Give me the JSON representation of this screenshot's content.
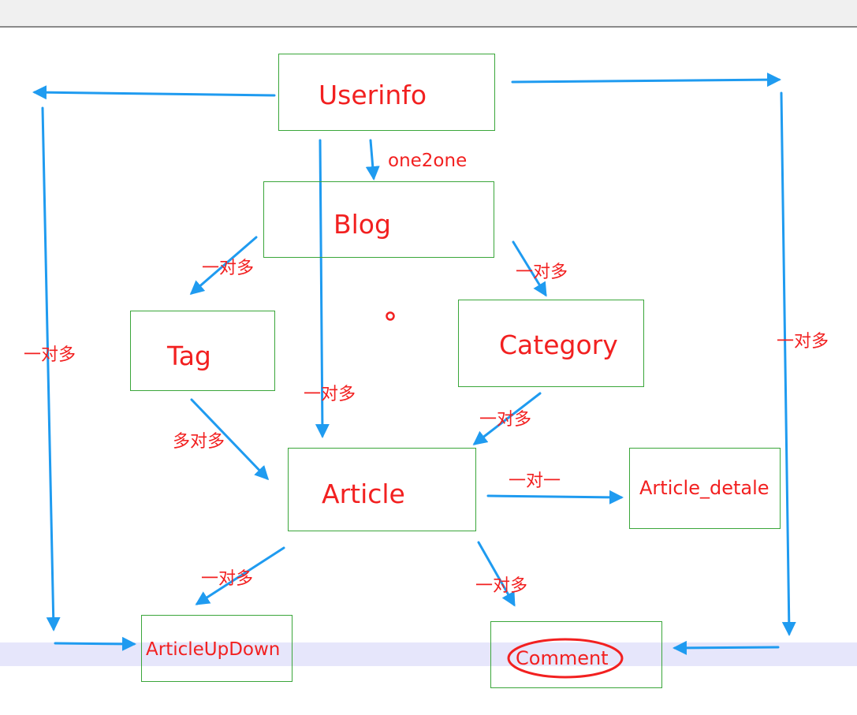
{
  "nodes": {
    "userinfo": "Userinfo",
    "blog": "Blog",
    "tag": "Tag",
    "category": "Category",
    "article": "Article",
    "article_detale": "Article_detale",
    "article_up_down": "ArticleUpDown",
    "comment": "Comment"
  },
  "edge_labels": {
    "userinfo_blog": "one2one",
    "blog_tag": "一对多",
    "blog_category": "一对多",
    "userinfo_articleupdown": "一对多",
    "userinfo_comment": "一对多",
    "userinfo_article": "一对多",
    "category_article": "一对多",
    "tag_article": "多对多",
    "article_detale": "一对一",
    "article_articleupdown": "一对多",
    "article_comment": "一对多"
  },
  "colors": {
    "node_border": "#3aa63a",
    "text": "#f22020",
    "arrow": "#1f9bf0",
    "highlight_band": "#e6e6fb"
  }
}
